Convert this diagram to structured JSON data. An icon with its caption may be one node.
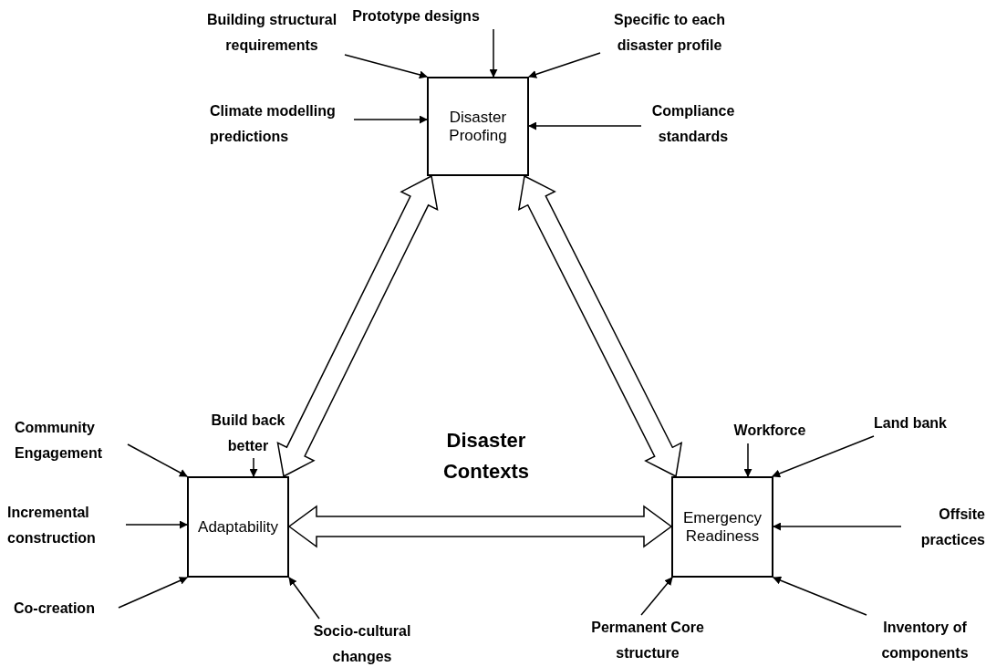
{
  "diagram": {
    "nodes": [
      {
        "text": [
          "Disaster Proofing"
        ]
      },
      {
        "text": [
          "Adaptability"
        ]
      },
      {
        "text": [
          "Emergency Readiness"
        ]
      },
      {
        "text": [
          "Disaster Contexts"
        ]
      },
      {
        "text": [
          "Building structural requirements"
        ]
      },
      {
        "text": [
          "Prototype designs"
        ]
      },
      {
        "text": [
          "Specific to each disaster profile"
        ]
      },
      {
        "text": [
          "Climate modelling predictions"
        ]
      },
      {
        "text": [
          "Compliance standards"
        ]
      },
      {
        "text": [
          "Build back better"
        ]
      },
      {
        "text": [
          "Community Engagement"
        ]
      },
      {
        "text": [
          "Incremental construction"
        ]
      },
      {
        "text": [
          "Co-creation"
        ]
      },
      {
        "text": [
          "Socio-cultural changes"
        ]
      },
      {
        "text": [
          "Workforce"
        ]
      },
      {
        "text": [
          "Land bank"
        ]
      },
      {
        "text": [
          "Offsite practices"
        ]
      },
      {
        "text": [
          "Permanent Core structure"
        ]
      },
      {
        "text": [
          "Inventory of components"
        ]
      }
    ],
    "edges": [
      {
        "from": 0,
        "to": 1,
        "arrow": "both",
        "style": "thick"
      },
      {
        "from": 0,
        "to": 2,
        "arrow": "both",
        "style": "thick"
      },
      {
        "from": 1,
        "to": 2,
        "arrow": "both",
        "style": "thick"
      },
      {
        "from": 4,
        "to": 0,
        "arrow": "to"
      },
      {
        "from": 5,
        "to": 0,
        "arrow": "to"
      },
      {
        "from": 6,
        "to": 0,
        "arrow": "to"
      },
      {
        "from": 7,
        "to": 0,
        "arrow": "to"
      },
      {
        "from": 8,
        "to": 0,
        "arrow": "to"
      },
      {
        "from": 9,
        "to": 1,
        "arrow": "to"
      },
      {
        "from": 10,
        "to": 1,
        "arrow": "to"
      },
      {
        "from": 11,
        "to": 1,
        "arrow": "to"
      },
      {
        "from": 12,
        "to": 1,
        "arrow": "to"
      },
      {
        "from": 13,
        "to": 1,
        "arrow": "to"
      },
      {
        "from": 14,
        "to": 2,
        "arrow": "to"
      },
      {
        "from": 15,
        "to": 2,
        "arrow": "to"
      },
      {
        "from": 16,
        "to": 2,
        "arrow": "to"
      },
      {
        "from": 17,
        "to": 2,
        "arrow": "to"
      },
      {
        "from": 18,
        "to": 2,
        "arrow": "to"
      }
    ]
  }
}
